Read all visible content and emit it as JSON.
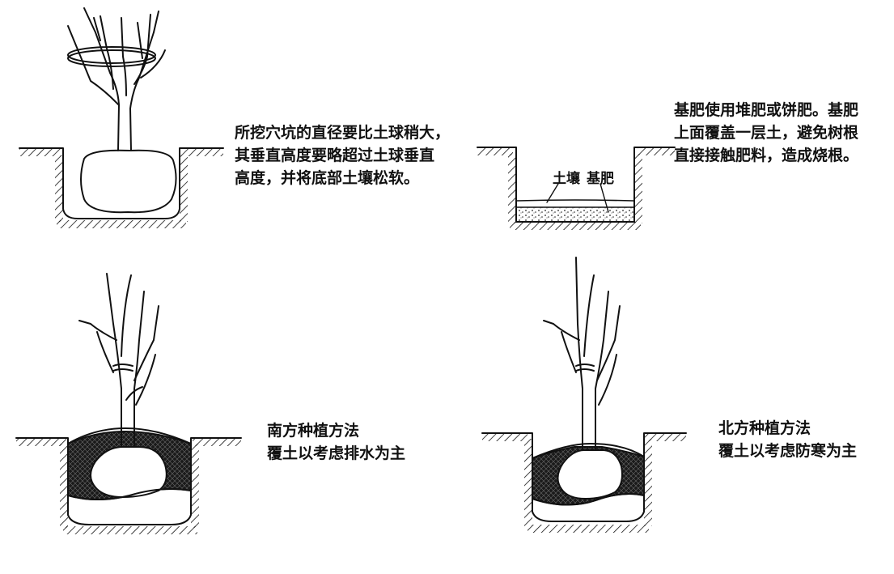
{
  "panels": [
    {
      "caption": [
        "所挖穴坑的直径要比土球稍大，",
        "其垂直高度要略超过土球垂直",
        "高度，并将底部土壤松软。"
      ]
    },
    {
      "caption": [
        "基肥使用堆肥或饼肥。基肥",
        "上面覆盖一层土，避免树根",
        "直接接触肥料，造成烧根。"
      ],
      "labels": {
        "soil": "土壤",
        "fertilizer": "基肥"
      }
    },
    {
      "caption": [
        "南方种植方法",
        "覆土以考虑排水为主"
      ]
    },
    {
      "caption": [
        "北方种植方法",
        "覆土以考虑防寒为主"
      ]
    }
  ],
  "colors": {
    "ink": "#111111",
    "background": "#ffffff",
    "soil_fill": "#1a1a1a"
  }
}
